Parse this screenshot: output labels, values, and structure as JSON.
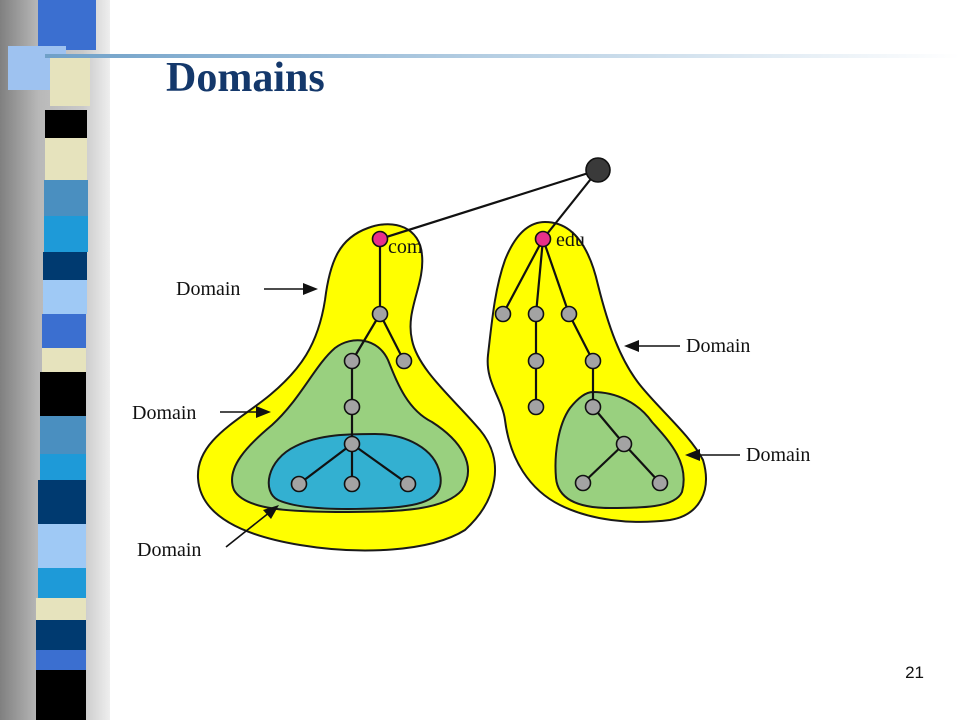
{
  "slide": {
    "title": "Domains",
    "page_number": "21"
  },
  "diagram": {
    "top_level_labels": {
      "com": "com",
      "edu": "edu"
    },
    "domain_callouts": [
      {
        "id": "com-yellow",
        "label": "Domain"
      },
      {
        "id": "com-green",
        "label": "Domain"
      },
      {
        "id": "com-blue",
        "label": "Domain"
      },
      {
        "id": "edu-yellow",
        "label": "Domain"
      },
      {
        "id": "edu-green",
        "label": "Domain"
      }
    ],
    "colors": {
      "outer_domain": "#ffff00",
      "middle_domain": "#99d07f",
      "inner_domain": "#33b0d1",
      "top_level_node": "#e8308a",
      "inner_node": "#a3a3a3",
      "root_node": "#3a3a3a",
      "title": "#14386b"
    }
  }
}
